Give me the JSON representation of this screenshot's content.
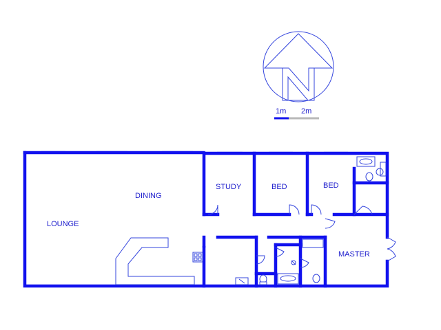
{
  "compass": {
    "symbol": "N",
    "icon": "north-arrow-icon"
  },
  "scale": {
    "labels": [
      "1m",
      "2m"
    ],
    "colors": {
      "primary": "#1111ee",
      "secondary": "#b8b8b8"
    }
  },
  "rooms": {
    "lounge": "LOUNGE",
    "dining": "DINING",
    "study": "STUDY",
    "bed_1": "BED",
    "bed_2": "BED",
    "master": "MASTER"
  },
  "colors": {
    "wall": "#1111ee",
    "line": "#3344dd",
    "window": "#9aa6e6"
  }
}
